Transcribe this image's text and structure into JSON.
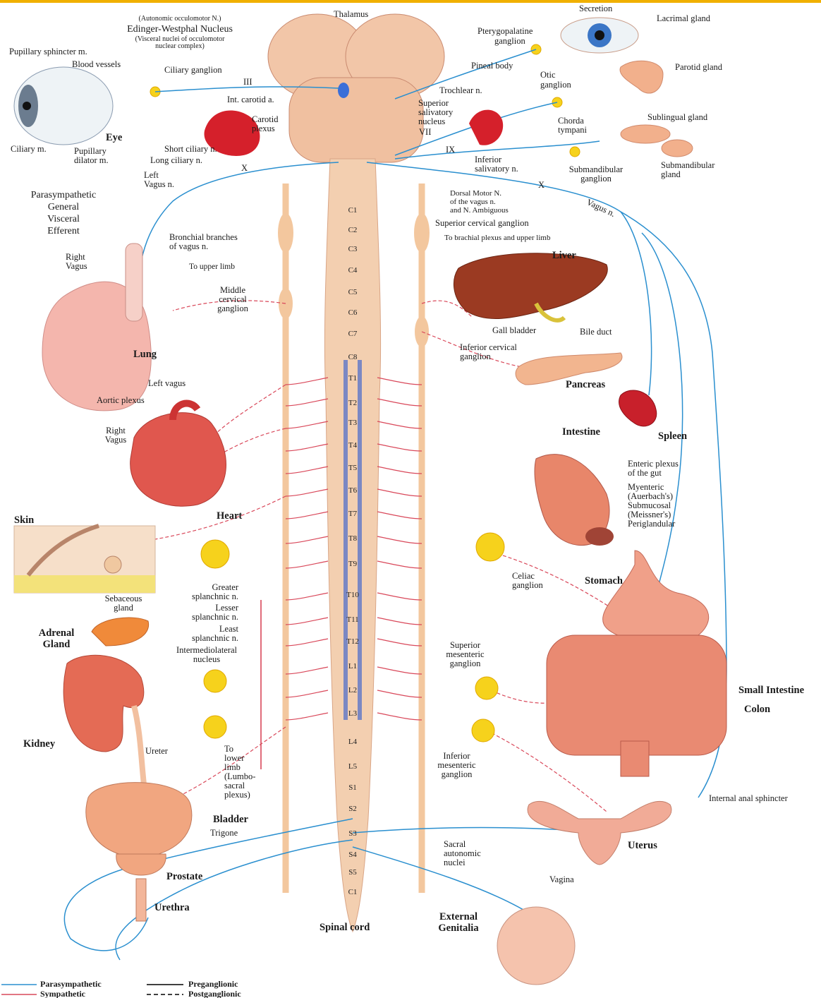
{
  "colors": {
    "parasympathetic": "#2a8fcf",
    "sympathetic": "#d9485a",
    "spinal_cord": "#f3cfb0",
    "ganglion": "#f6d21c",
    "accent_bar": "#f0b000"
  },
  "labels": {
    "autonomic_oculomotor": "(Autonomic occulomotor N.)",
    "edinger_westphal": "Edinger-Westphal Nucleus",
    "visceral_nuclei": "(Visceral nuclei of occulomotor",
    "nuclear_complex": "nuclear complex)",
    "thalamus": "Thalamus",
    "secretion": "Secretion",
    "lacrimal_gland": "Lacrimal gland",
    "pterygopalatine": "Pterygopalatine",
    "ganglion_a": "ganglion",
    "pupillary_sphincter": "Pupillary sphincter m.",
    "blood_vessels": "Blood vessels",
    "ciliary_ganglion": "Ciliary ganglion",
    "pineal_body": "Pineal body",
    "parotid_gland": "Parotid gland",
    "nerve_iii": "III",
    "otic": "Otic",
    "ganglion_b": "ganglion",
    "int_carotid": "Int. carotid a.",
    "trochlear": "Trochlear n.",
    "carotid_plexus": "Carotid\nplexus",
    "superior_salivatory": "Superior\nsalivatory\nnucleus",
    "chorda_tympani": "Chorda\ntympani",
    "sublingual_gland": "Sublingual gland",
    "eye": "Eye",
    "nerve_vii": "VII",
    "nerve_ix": "IX",
    "ciliary_m": "Ciliary m.",
    "pupillary_dilator": "Pupillary\ndilator m.",
    "short_ciliary": "Short ciliary n.",
    "long_ciliary": "Long ciliary n.",
    "inferior_salivatory": "Inferior\nsalivatory n.",
    "submandibular_ganglion": "Submandibular\nganglion",
    "submandibular_gland": "Submandibular\ngland",
    "nerve_x_left": "X",
    "nerve_x_right": "X",
    "left_vagus_n": "Left\nVagus n.",
    "dorsal_motor": "Dorsal Motor N.\nof the vagus n.\nand N. Ambiguous",
    "vagus_n": "Vagus n.",
    "parasympathetic_gve": "Parasympathetic\nGeneral\nVisceral\nEfferent",
    "superior_cervical": "Superior cervical ganglion",
    "right_vagus_top": "Right\nVagus",
    "bronchial_branches": "Bronchial branches\nof vagus n.",
    "to_brachial": "To brachial plexus and upper limb",
    "liver": "Liver",
    "to_upper_limb": "To upper limb",
    "middle_cervical": "Middle\ncervical\nganglion",
    "gall_bladder": "Gall bladder",
    "bile_duct": "Bile duct",
    "lung": "Lung",
    "inferior_cervical": "Inferior cervical\nganglion",
    "left_vagus": "Left vagus",
    "pancreas": "Pancreas",
    "aortic_plexus": "Aortic plexus",
    "right_vagus_heart": "Right\nVagus",
    "intestine": "Intestine",
    "spleen": "Spleen",
    "enteric_plexus": "Enteric plexus\nof the gut",
    "myenteric": "Myenteric\n(Auerbach's)\nSubmucosal\n(Meissner's)\nPeriglandular",
    "heart": "Heart",
    "skin": "Skin",
    "celiac_ganglion": "Celiac\nganglion",
    "stomach": "Stomach",
    "greater_splanchnic": "Greater\nsplanchnic n.",
    "lesser_splanchnic": "Lesser\nsplanchnic n.",
    "least_splanchnic": "Least\nsplanchnic n.",
    "sebaceous_gland": "Sebaceous\ngland",
    "adrenal_gland": "Adrenal\nGland",
    "intermediolateral": "Intermediolateral\nnucleus",
    "superior_mesenteric": "Superior\nmesenteric\nganglion",
    "small_intestine": "Small Intestine",
    "colon": "Colon",
    "kidney": "Kidney",
    "ureter": "Ureter",
    "to_lower_limb": "To\nlower\nlimb\n(Lumbo-\nsacral\nplexus)",
    "inferior_mesenteric": "Inferior\nmesenteric\nganglion",
    "internal_anal": "Internal anal sphincter",
    "bladder": "Bladder",
    "trigone": "Trigone",
    "sacral_autonomic": "Sacral\nautonomic\nnuclei",
    "uterus": "Uterus",
    "prostate": "Prostate",
    "vagina": "Vagina",
    "urethra": "Urethra",
    "spinal_cord": "Spinal cord",
    "external_genitalia": "External\nGenitalia"
  },
  "segments": [
    "C1",
    "C2",
    "C3",
    "C4",
    "C5",
    "C6",
    "C7",
    "C8",
    "T1",
    "T2",
    "T3",
    "T4",
    "T5",
    "T6",
    "T7",
    "T8",
    "T9",
    "T10",
    "T11",
    "T12",
    "L1",
    "L2",
    "L3",
    "L4",
    "L5",
    "S1",
    "S2",
    "S3",
    "S4",
    "S5",
    "C1"
  ],
  "legend": {
    "parasympathetic": "Parasympathetic",
    "sympathetic": "Sympathetic",
    "preganglionic": "Preganglionic",
    "postganglionic": "Postganglionic"
  }
}
